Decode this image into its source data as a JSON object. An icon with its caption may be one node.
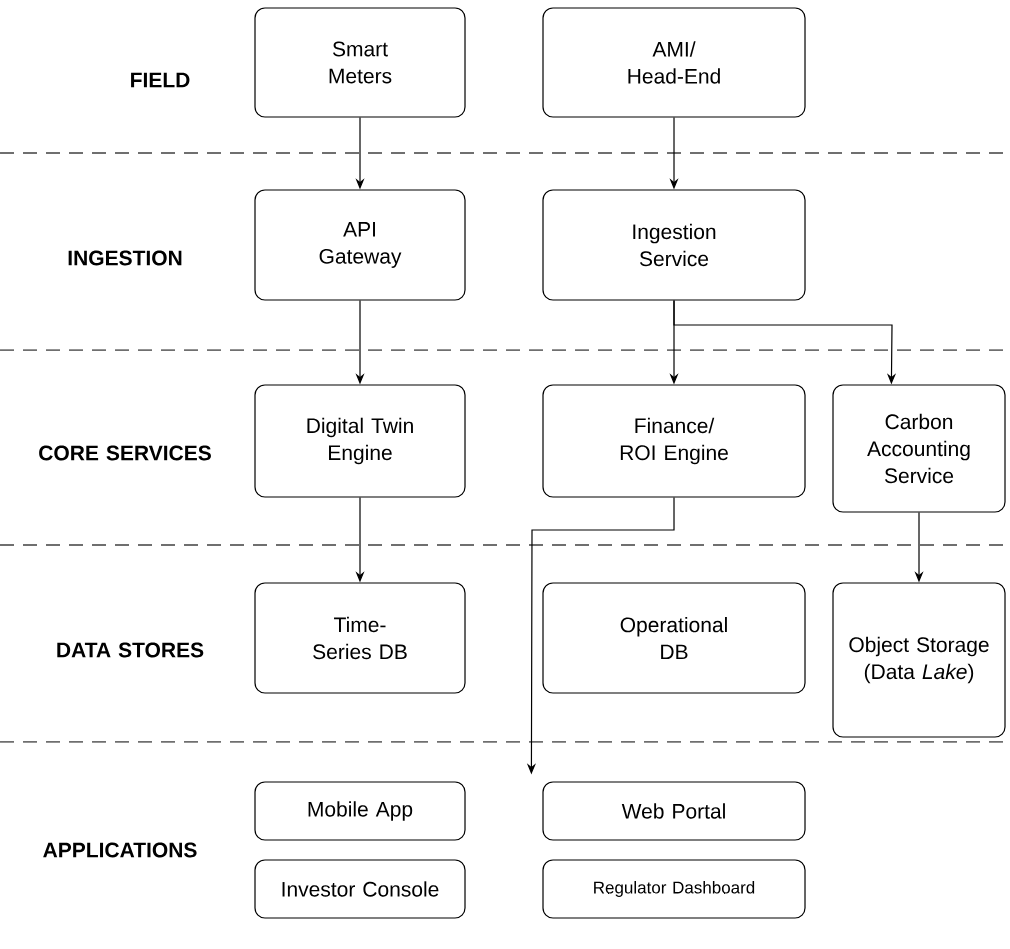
{
  "diagram": {
    "nodes": [
      {
        "text": [
          "Smart Meters"
        ]
      },
      {
        "text": [
          "AMI/ Head-End"
        ]
      },
      {
        "text": [
          "API Gateway"
        ]
      },
      {
        "text": [
          "Ingestion Service"
        ]
      },
      {
        "text": [
          "Digital Twin Engine"
        ]
      },
      {
        "text": [
          "Finance/ ROI Engine"
        ]
      },
      {
        "text": [
          "Carbon Accounting Service"
        ]
      },
      {
        "text": [
          "Time-Series DB"
        ]
      },
      {
        "text": [
          "Operational DB"
        ]
      },
      {
        "text": [
          "Object Storage (Data *Lake*)"
        ]
      },
      {
        "text": [
          "Mobile App"
        ]
      },
      {
        "text": [
          "Web Portal"
        ]
      },
      {
        "text": [
          "Investor Console"
        ]
      },
      {
        "text": [
          "Regulator Dashboard"
        ]
      }
    ],
    "edges": [
      {
        "from": 0,
        "to": 2,
        "arrow": "to"
      },
      {
        "from": 1,
        "to": 3,
        "arrow": "to"
      },
      {
        "from": 2,
        "to": 4,
        "arrow": "to"
      },
      {
        "from": 3,
        "to": 5,
        "arrow": "to"
      },
      {
        "from": 3,
        "to": 6,
        "arrow": "to"
      },
      {
        "from": 4,
        "to": 7,
        "arrow": "to"
      },
      {
        "from": 6,
        "to": 9,
        "arrow": "to"
      },
      {
        "from": 5,
        "to": 11,
        "arrow": "to"
      }
    ],
    "labels": [
      "FIELD",
      "INGESTION",
      "CORE SERVICES",
      "DATA STORES",
      "APPLICATIONS"
    ]
  }
}
